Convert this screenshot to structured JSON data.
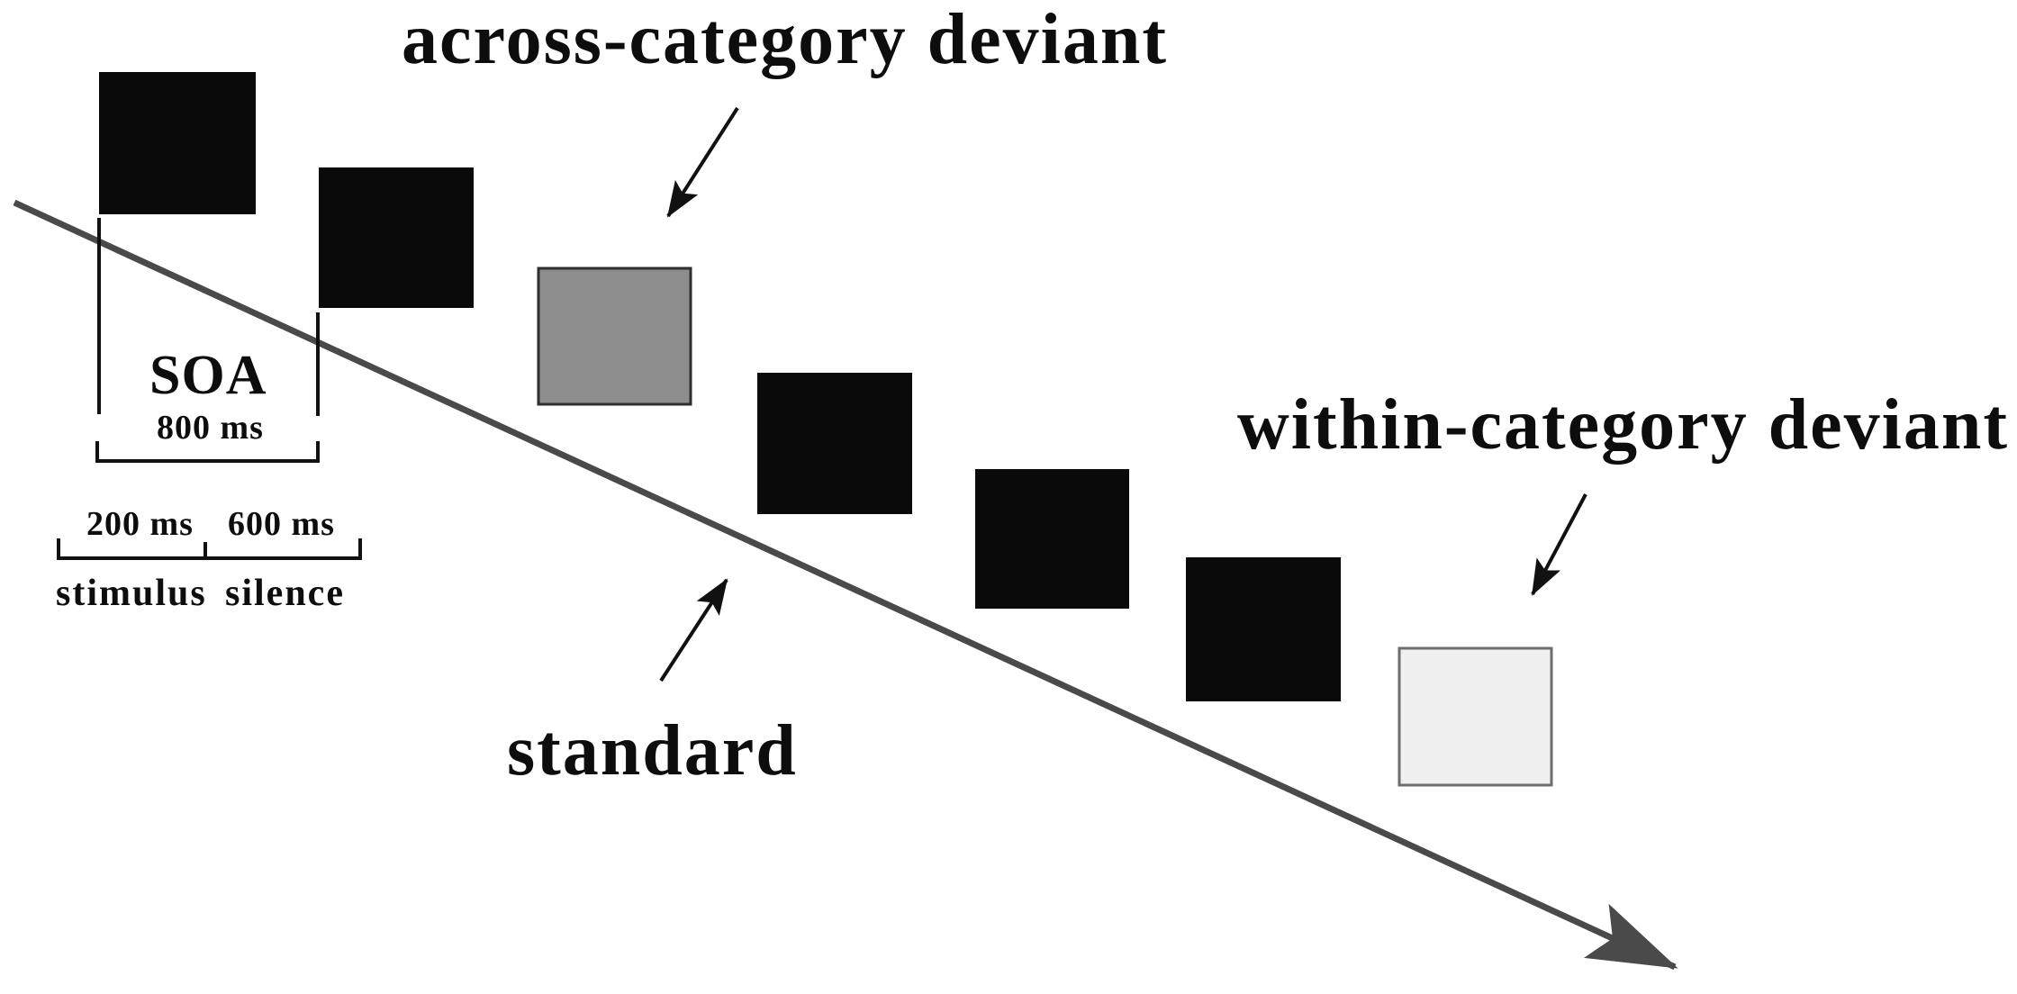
{
  "figure": {
    "across_label": "across-category deviant",
    "within_label": "within-category deviant",
    "standard_label": "standard",
    "timing": {
      "soa_label": "SOA",
      "soa_value": "800 ms",
      "stimulus_value": "200 ms",
      "silence_value": "600 ms",
      "stimulus_label": "stimulus",
      "silence_label": "silence"
    },
    "sequence": [
      "standard",
      "standard",
      "across-category deviant",
      "standard",
      "standard",
      "standard",
      "within-category deviant"
    ],
    "colors": {
      "background": "#ffffff",
      "standard_fill": "#0a0a0a",
      "across_deviant_fill": "#8e8e8e",
      "across_deviant_border": "#2f2f2f",
      "within_deviant_fill": "#f0f0f0",
      "within_deviant_border": "#6e6e6e",
      "timeline": "#4a4a4a",
      "annotation": "#111111",
      "text": "#0d0d0d"
    }
  }
}
